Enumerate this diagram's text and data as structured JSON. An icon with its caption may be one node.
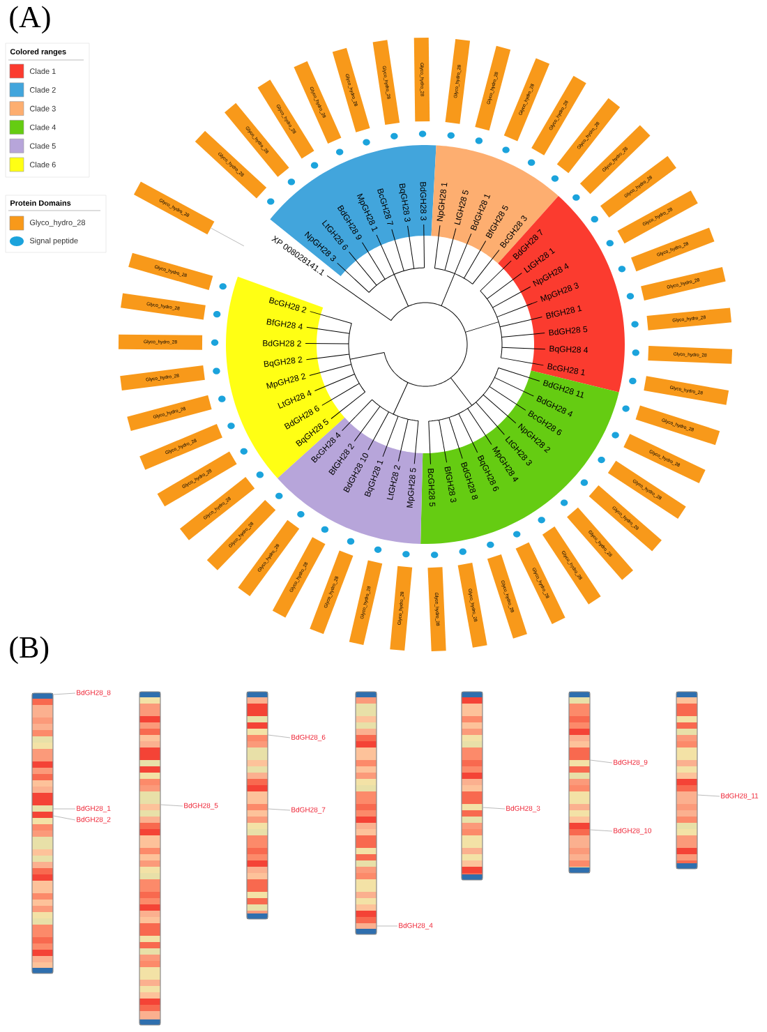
{
  "diagram": {
    "nodes": [
      {
        "text": [
          "Glyco_hydro_28"
        ]
      },
      {
        "text": [
          "Glyco_hydro_28"
        ]
      },
      {
        "text": [
          "Glyco_hydro_28"
        ]
      },
      {
        "text": [
          "Glyco_hydro_28"
        ]
      },
      {
        "text": [
          "Glyco_hydro_28"
        ]
      },
      {
        "text": [
          "Glyco_hydro_28"
        ]
      },
      {
        "text": [
          "Glyco_hydro_28"
        ]
      },
      {
        "text": [
          "Glyco_hydro_28"
        ]
      },
      {
        "text": [
          "Glyco_hydro_28"
        ]
      },
      {
        "text": [
          "Glyco_hydro_28"
        ]
      },
      {
        "text": [
          "Glyco_hydro_28"
        ]
      },
      {
        "text": [
          "Glyco_hydro_28"
        ]
      },
      {
        "text": [
          "Glyco_hydro_28"
        ]
      },
      {
        "text": [
          "Glyco_hydro_28"
        ]
      },
      {
        "text": [
          "Glyco_hydro_28"
        ]
      },
      {
        "text": [
          "Glyco_hydro_28"
        ]
      },
      {
        "text": [
          "Glyco_hydro_28"
        ]
      },
      {
        "text": [
          "Glyco_hydro_28"
        ]
      },
      {
        "text": [
          "Glyco_hydro_28"
        ]
      },
      {
        "text": [
          "Glyco_hydro_28"
        ]
      },
      {
        "text": [
          "Glyco_hydro_28"
        ]
      },
      {
        "text": [
          "Glyco_hydro_28"
        ]
      },
      {
        "text": [
          "Glyco_hydro_28"
        ]
      },
      {
        "text": [
          "Glyco_hydro_28"
        ]
      },
      {
        "text": [
          "Glyco_hydro_28"
        ]
      },
      {
        "text": [
          "Glyco_hydro_28"
        ]
      },
      {
        "text": [
          "Glyco_hydro_28"
        ]
      },
      {
        "text": [
          "Glyco_hydro_28"
        ]
      },
      {
        "text": [
          "Glyco_hydro_28"
        ]
      },
      {
        "text": [
          "Glyco_hydro_28"
        ]
      },
      {
        "text": [
          "Glyco_hydro_28"
        ]
      },
      {
        "text": [
          "Glyco_hydro_28"
        ]
      },
      {
        "text": [
          "Glyco_hydro_28"
        ]
      },
      {
        "text": [
          "Glyco_hydro_28"
        ]
      },
      {
        "text": [
          "Glyco_hydro_28"
        ]
      },
      {
        "text": [
          "Glyco_hydro_28"
        ]
      },
      {
        "text": [
          "Glyco_hydro_28"
        ]
      },
      {
        "text": [
          "Glyco_hydro_28"
        ]
      },
      {
        "text": [
          "Glyco_hydro_28"
        ]
      },
      {
        "text": [
          "Glyco_hydro_28"
        ]
      },
      {
        "text": [
          "Glyco_hydro_28"
        ]
      },
      {
        "text": [
          "Glyco_hydro_28"
        ]
      },
      {
        "text": [
          "Glyco_hydro_28"
        ]
      },
      {
        "text": [
          "Glyco_hydro_28"
        ]
      },
      {
        "text": [
          "Glyco_hydro_28"
        ]
      },
      {
        "text": [],
        "shape": "bar"
      },
      {
        "text": [],
        "shape": "bar"
      },
      {
        "text": [],
        "shape": "bar"
      },
      {
        "text": [],
        "shape": "bar"
      },
      {
        "text": [],
        "shape": "bar"
      },
      {
        "text": [],
        "shape": "bar"
      },
      {
        "text": [],
        "shape": "bar"
      },
      {
        "text": [
          "BdGH28_8"
        ]
      },
      {
        "text": [
          "BdGH28_1"
        ]
      },
      {
        "text": [
          "BdGH28_2"
        ]
      },
      {
        "text": [
          "BdGH28_5"
        ]
      },
      {
        "text": [
          "BdGH28_6"
        ]
      },
      {
        "text": [
          "BdGH28_7"
        ]
      },
      {
        "text": [
          "BdGH28_4"
        ]
      },
      {
        "text": [
          "BdGH28_3"
        ]
      },
      {
        "text": [
          "BdGH28_9"
        ]
      },
      {
        "text": [
          "BdGH28_10"
        ]
      },
      {
        "text": [
          "BdGH28_11"
        ]
      }
    ],
    "edges": [
      {
        "from": 52,
        "to": 45,
        "arrow": "none"
      },
      {
        "from": 53,
        "to": 45,
        "arrow": "none"
      },
      {
        "from": 54,
        "to": 45,
        "arrow": "none"
      },
      {
        "from": 55,
        "to": 46,
        "arrow": "none"
      },
      {
        "from": 56,
        "to": 47,
        "arrow": "none"
      },
      {
        "from": 57,
        "to": 47,
        "arrow": "none"
      },
      {
        "from": 58,
        "to": 48,
        "arrow": "none"
      },
      {
        "from": 59,
        "to": 49,
        "arrow": "none"
      },
      {
        "from": 60,
        "to": 50,
        "arrow": "none"
      },
      {
        "from": 61,
        "to": 50,
        "arrow": "none"
      },
      {
        "from": 62,
        "to": 51,
        "arrow": "none"
      },
      {
        "from": null,
        "to": 0,
        "arrow": "none"
      }
    ],
    "labels": [
      "(A)",
      "Colored ranges",
      "Protein Domains",
      "BdGH28 2",
      "BfGH28 4",
      "BcGH28 2",
      "XP 008028141.1",
      "NpGH28 3",
      "LtGH28 6",
      "BdGH28 9",
      "MpGH28 1",
      "BcGH28 7",
      "BqGH28 3",
      "BdGH28 3",
      "NpGH28 1",
      "LtGH28 5",
      "BdGH28 1",
      "BfGH28 5",
      "BcGH28 3",
      "BdGH28 7",
      "LtGH28 1",
      "NpGH28 4",
      "MpGH28 3",
      "BfGH28 1",
      "BdGH28 5",
      "BqGH28 2",
      "MpGH28 2",
      "LtGH28 4",
      "BdGH28 6",
      "BqGH28 5",
      "BcGH28 4",
      "BfGH28 2",
      "BdGH28 10",
      "BqGH28 1",
      "LtGH28 2",
      "MpGH28 5",
      "BcGH28 5",
      "BfGH28 3",
      "BdGH28 8",
      "BqGH28 6",
      "MpGH28 4",
      "LtGH28 3",
      "NpGH28 2",
      "BcGH28 6",
      "BdGH28 4",
      "BdGH28 11",
      "BcGH28 1",
      "BqGH28 4",
      "(B)"
    ],
    "legend": [
      {
        "text": "Clade 1",
        "color": "#fb3b2f"
      },
      {
        "text": "Clade 2",
        "color": "#42a5dc"
      },
      {
        "text": "Clade 3",
        "color": "#fdae70"
      },
      {
        "text": "Clade 4",
        "color": "#65cc12"
      },
      {
        "text": "Clade 5",
        "color": "#b7a5da"
      },
      {
        "text": "Clade 6",
        "color": "#ffff14"
      },
      {
        "text": "Glyco_hydro_28",
        "color": "#f8991a"
      },
      {
        "text": "Signal peptide"
      }
    ]
  }
}
